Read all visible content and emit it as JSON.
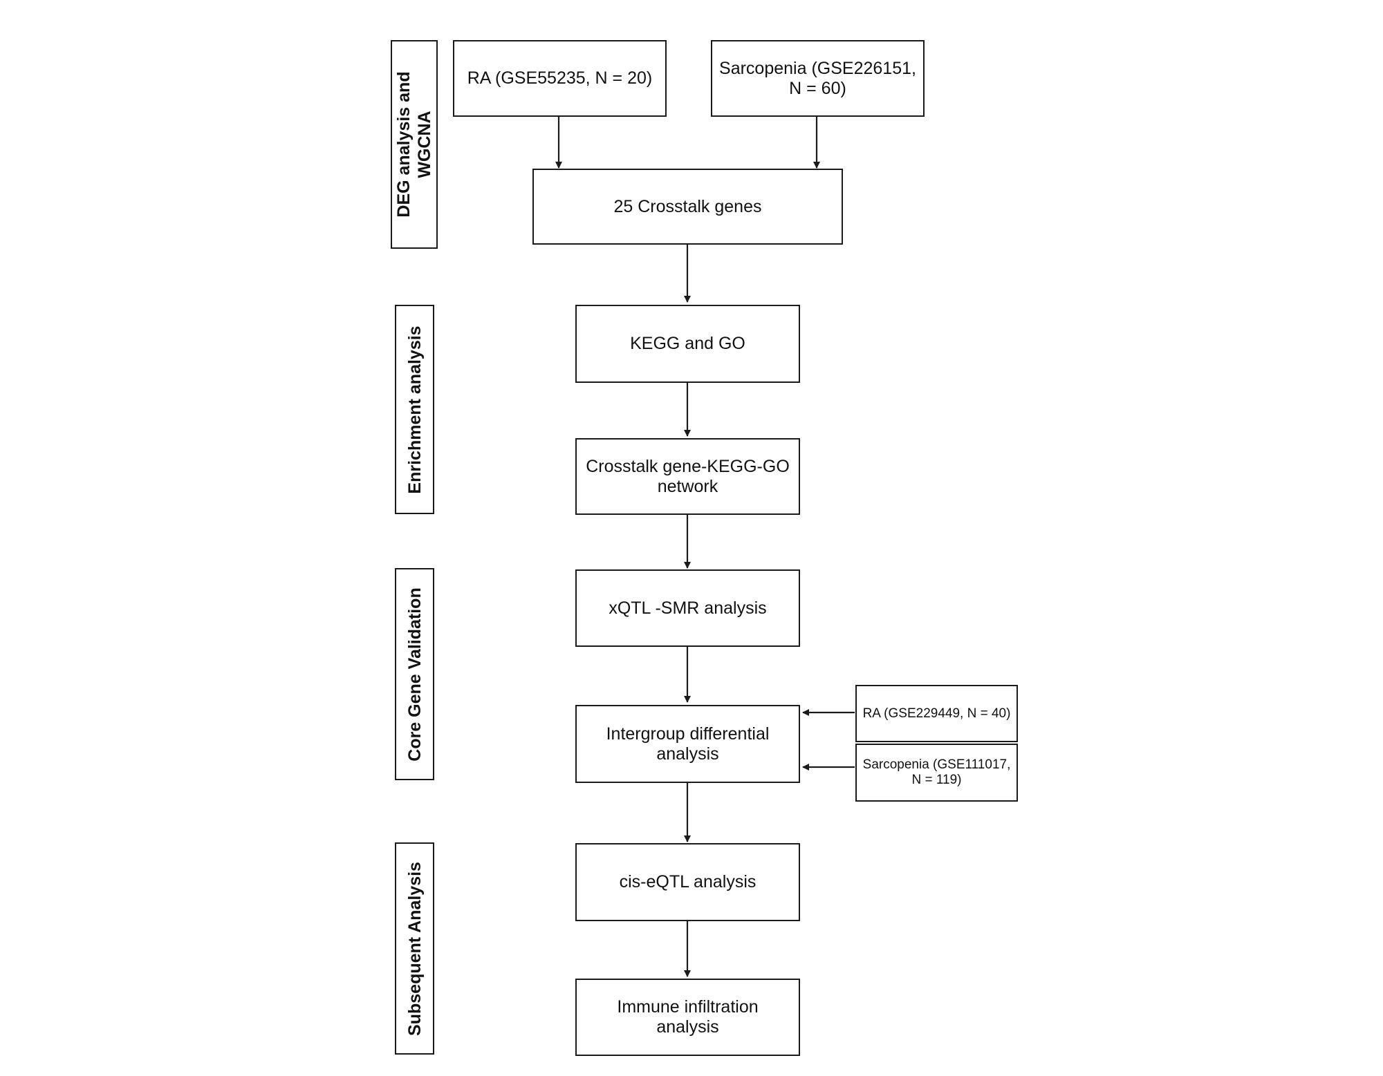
{
  "stages": {
    "deg": {
      "line1": "DEG analysis and",
      "line2": "WGCNA"
    },
    "enrichment": {
      "label": "Enrichment analysis"
    },
    "core": {
      "label": "Core Gene Validation"
    },
    "subsequent": {
      "label": "Subsequent Analysis"
    }
  },
  "nodes": {
    "ra_input": "RA (GSE55235, N = 20)",
    "sarcopenia_input": {
      "line1": "Sarcopenia (GSE226151,",
      "line2": "N = 60)"
    },
    "crosstalk_genes": "25 Crosstalk genes",
    "kegg_go": "KEGG and GO",
    "network": {
      "line1": "Crosstalk gene-KEGG-GO",
      "line2": "network"
    },
    "xqtl_smr": "xQTL -SMR analysis",
    "intergroup": {
      "line1": "Intergroup differential",
      "line2": "analysis"
    },
    "ra_validation": "RA (GSE229449, N = 40)",
    "sarcopenia_validation": {
      "line1": "Sarcopenia (GSE111017,",
      "line2": "N = 119)"
    },
    "cis_eqtl": "cis-eQTL analysis",
    "immune": {
      "line1": "Immune infiltration",
      "line2": "analysis"
    }
  }
}
